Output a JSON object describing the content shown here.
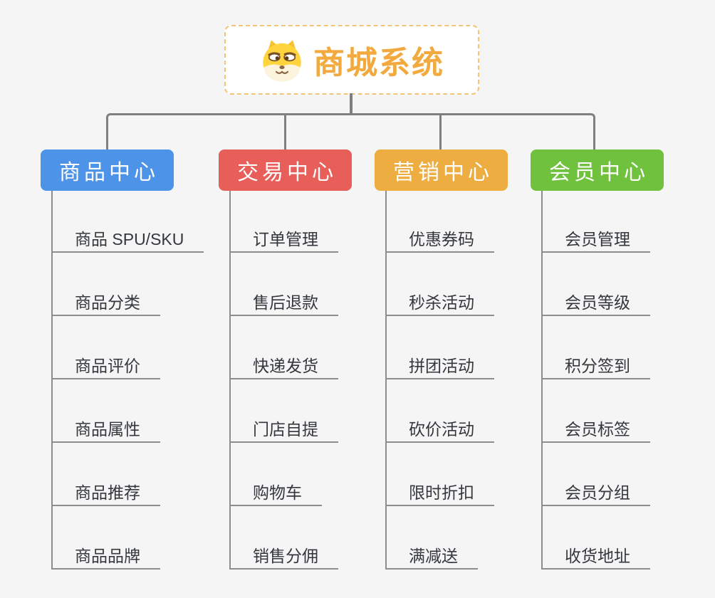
{
  "root": {
    "title": "商城系统",
    "icon": "doge-face-icon",
    "accent_color": "#f2a93e",
    "border_color": "#f3c476"
  },
  "connector_color": "#7d8083",
  "branches": [
    {
      "label": "商品中心",
      "color": "#4d93e8",
      "children": [
        "商品 SPU/SKU",
        "商品分类",
        "商品评价",
        "商品属性",
        "商品推荐",
        "商品品牌"
      ]
    },
    {
      "label": "交易中心",
      "color": "#e85e58",
      "children": [
        "订单管理",
        "售后退款",
        "快递发货",
        "门店自提",
        "购物车",
        "销售分佣"
      ]
    },
    {
      "label": "营销中心",
      "color": "#eead40",
      "children": [
        "优惠券码",
        "秒杀活动",
        "拼团活动",
        "砍价活动",
        "限时折扣",
        "满减送"
      ]
    },
    {
      "label": "会员中心",
      "color": "#6fc13e",
      "children": [
        "会员管理",
        "会员等级",
        "积分签到",
        "会员标签",
        "会员分组",
        "收货地址"
      ]
    }
  ]
}
